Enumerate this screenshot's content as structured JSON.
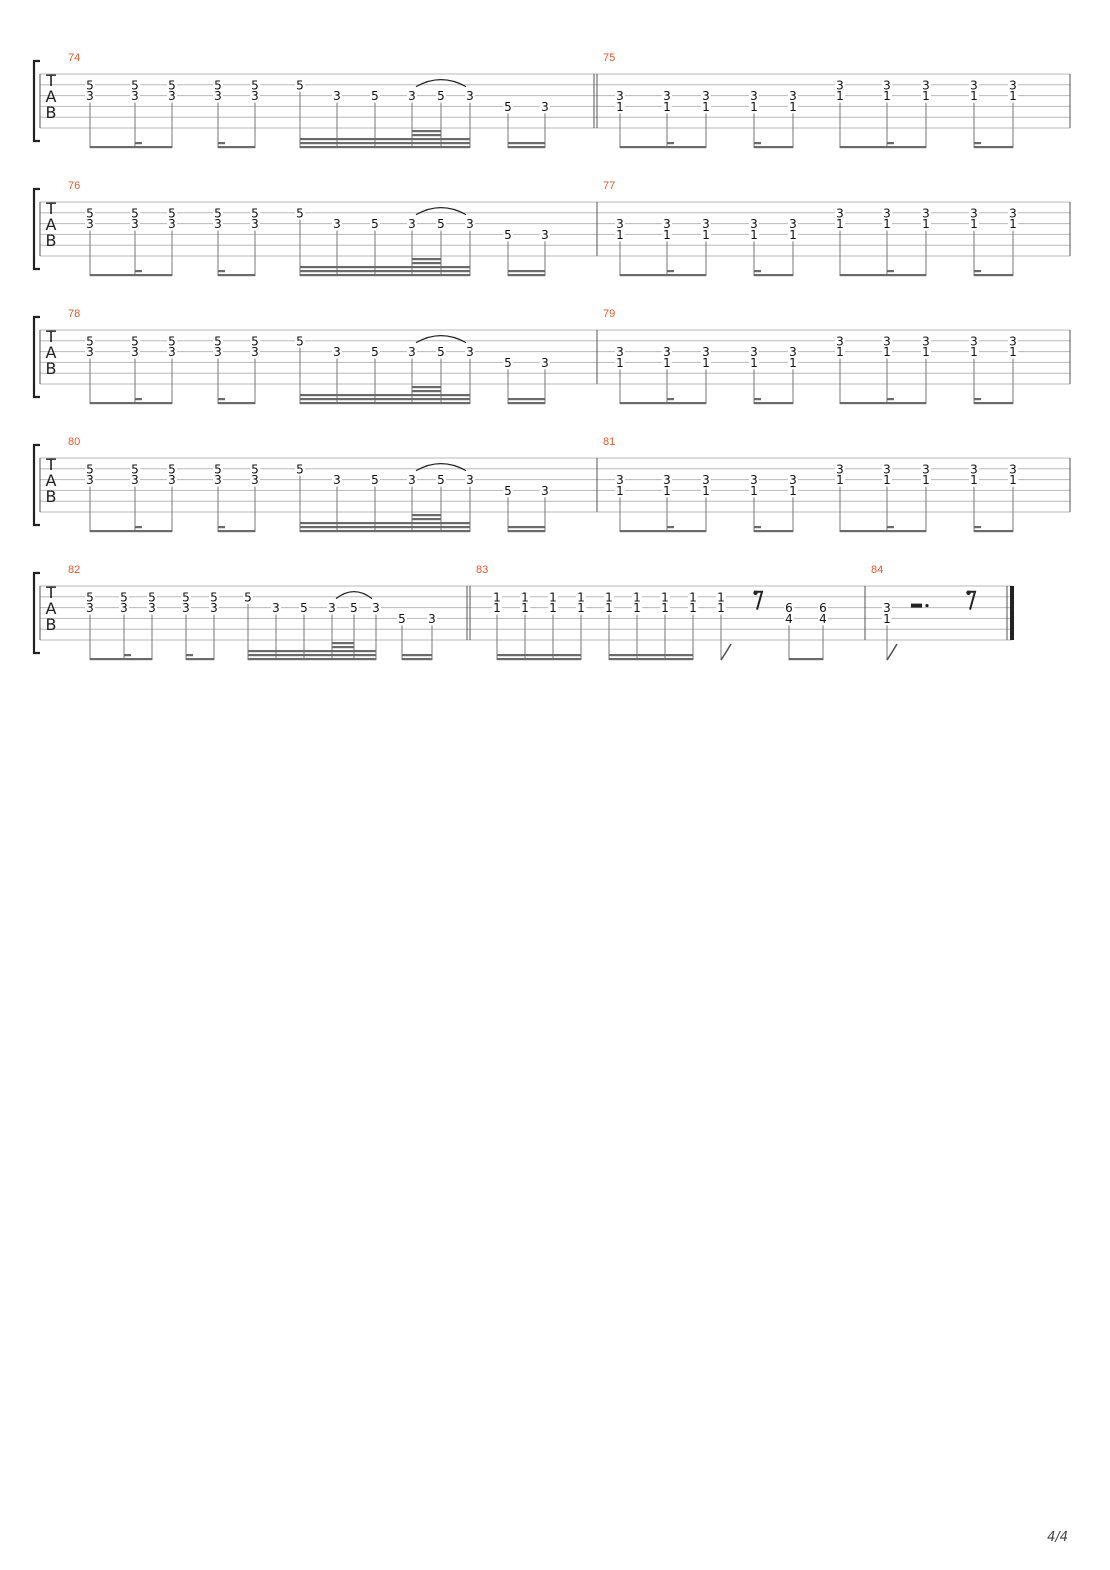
{
  "page": {
    "number": "4/4"
  },
  "tab_clef": [
    "T",
    "A",
    "B"
  ],
  "systems": [
    {
      "measures": [
        {
          "number": "74",
          "type": "A",
          "end_bar": "double"
        },
        {
          "number": "75",
          "type": "B",
          "end_bar": "single"
        }
      ]
    },
    {
      "measures": [
        {
          "number": "76",
          "type": "A",
          "end_bar": "single"
        },
        {
          "number": "77",
          "type": "B",
          "end_bar": "single"
        }
      ]
    },
    {
      "measures": [
        {
          "number": "78",
          "type": "A",
          "end_bar": "single"
        },
        {
          "number": "79",
          "type": "B",
          "end_bar": "single"
        }
      ]
    },
    {
      "measures": [
        {
          "number": "80",
          "type": "A",
          "end_bar": "single"
        },
        {
          "number": "81",
          "type": "B",
          "end_bar": "single"
        }
      ]
    },
    {
      "measures": [
        {
          "number": "82",
          "type": "A",
          "end_bar": "double"
        },
        {
          "number": "83",
          "type": "C",
          "end_bar": "single"
        },
        {
          "number": "84",
          "type": "D",
          "end_bar": "final"
        }
      ]
    }
  ],
  "measure_types": {
    "A": {
      "events": [
        {
          "notes": [
            [
              2,
              "5"
            ],
            [
              3,
              "3"
            ]
          ]
        },
        {
          "notes": [
            [
              2,
              "5"
            ],
            [
              3,
              "3"
            ]
          ]
        },
        {
          "notes": [
            [
              2,
              "5"
            ],
            [
              3,
              "3"
            ]
          ]
        },
        {
          "notes": [
            [
              2,
              "5"
            ],
            [
              3,
              "3"
            ]
          ]
        },
        {
          "notes": [
            [
              2,
              "5"
            ],
            [
              3,
              "3"
            ]
          ]
        },
        {
          "notes": [
            [
              2,
              "5"
            ]
          ]
        },
        {
          "notes": [
            [
              3,
              "3"
            ]
          ]
        },
        {
          "notes": [
            [
              3,
              "5"
            ]
          ]
        },
        {
          "notes": [
            [
              3,
              "3"
            ]
          ]
        },
        {
          "notes": [
            [
              3,
              "5"
            ]
          ]
        },
        {
          "notes": [
            [
              3,
              "3"
            ]
          ]
        },
        {
          "notes": [
            [
              4,
              "5"
            ]
          ]
        },
        {
          "notes": [
            [
              4,
              "3"
            ]
          ]
        }
      ]
    },
    "B": {
      "events": [
        {
          "notes": [
            [
              3,
              "3"
            ],
            [
              4,
              "1"
            ]
          ]
        },
        {
          "notes": [
            [
              3,
              "3"
            ],
            [
              4,
              "1"
            ]
          ]
        },
        {
          "notes": [
            [
              3,
              "3"
            ],
            [
              4,
              "1"
            ]
          ]
        },
        {
          "notes": [
            [
              3,
              "3"
            ],
            [
              4,
              "1"
            ]
          ]
        },
        {
          "notes": [
            [
              3,
              "3"
            ],
            [
              4,
              "1"
            ]
          ]
        },
        {
          "notes": [
            [
              2,
              "3"
            ],
            [
              3,
              "1"
            ]
          ]
        },
        {
          "notes": [
            [
              2,
              "3"
            ],
            [
              3,
              "1"
            ]
          ]
        },
        {
          "notes": [
            [
              2,
              "3"
            ],
            [
              3,
              "1"
            ]
          ]
        },
        {
          "notes": [
            [
              2,
              "3"
            ],
            [
              3,
              "1"
            ]
          ]
        },
        {
          "notes": [
            [
              2,
              "3"
            ],
            [
              3,
              "1"
            ]
          ]
        }
      ]
    },
    "C": {
      "events": [
        {
          "notes": [
            [
              2,
              "1"
            ],
            [
              3,
              "1"
            ]
          ]
        },
        {
          "notes": [
            [
              2,
              "1"
            ],
            [
              3,
              "1"
            ]
          ]
        },
        {
          "notes": [
            [
              2,
              "1"
            ],
            [
              3,
              "1"
            ]
          ]
        },
        {
          "notes": [
            [
              2,
              "1"
            ],
            [
              3,
              "1"
            ]
          ]
        },
        {
          "notes": [
            [
              2,
              "1"
            ],
            [
              3,
              "1"
            ]
          ]
        },
        {
          "notes": [
            [
              2,
              "1"
            ],
            [
              3,
              "1"
            ]
          ]
        },
        {
          "notes": [
            [
              2,
              "1"
            ],
            [
              3,
              "1"
            ]
          ]
        },
        {
          "notes": [
            [
              2,
              "1"
            ],
            [
              3,
              "1"
            ]
          ]
        },
        {
          "notes": [
            [
              2,
              "1"
            ],
            [
              3,
              "1"
            ]
          ]
        },
        {
          "notes": [
            [
              3,
              "6"
            ],
            [
              4,
              "4"
            ]
          ]
        },
        {
          "notes": [
            [
              3,
              "6"
            ],
            [
              4,
              "4"
            ]
          ]
        }
      ]
    },
    "D": {
      "events": [
        {
          "notes": [
            [
              3,
              "3"
            ],
            [
              4,
              "1"
            ]
          ]
        }
      ]
    }
  }
}
